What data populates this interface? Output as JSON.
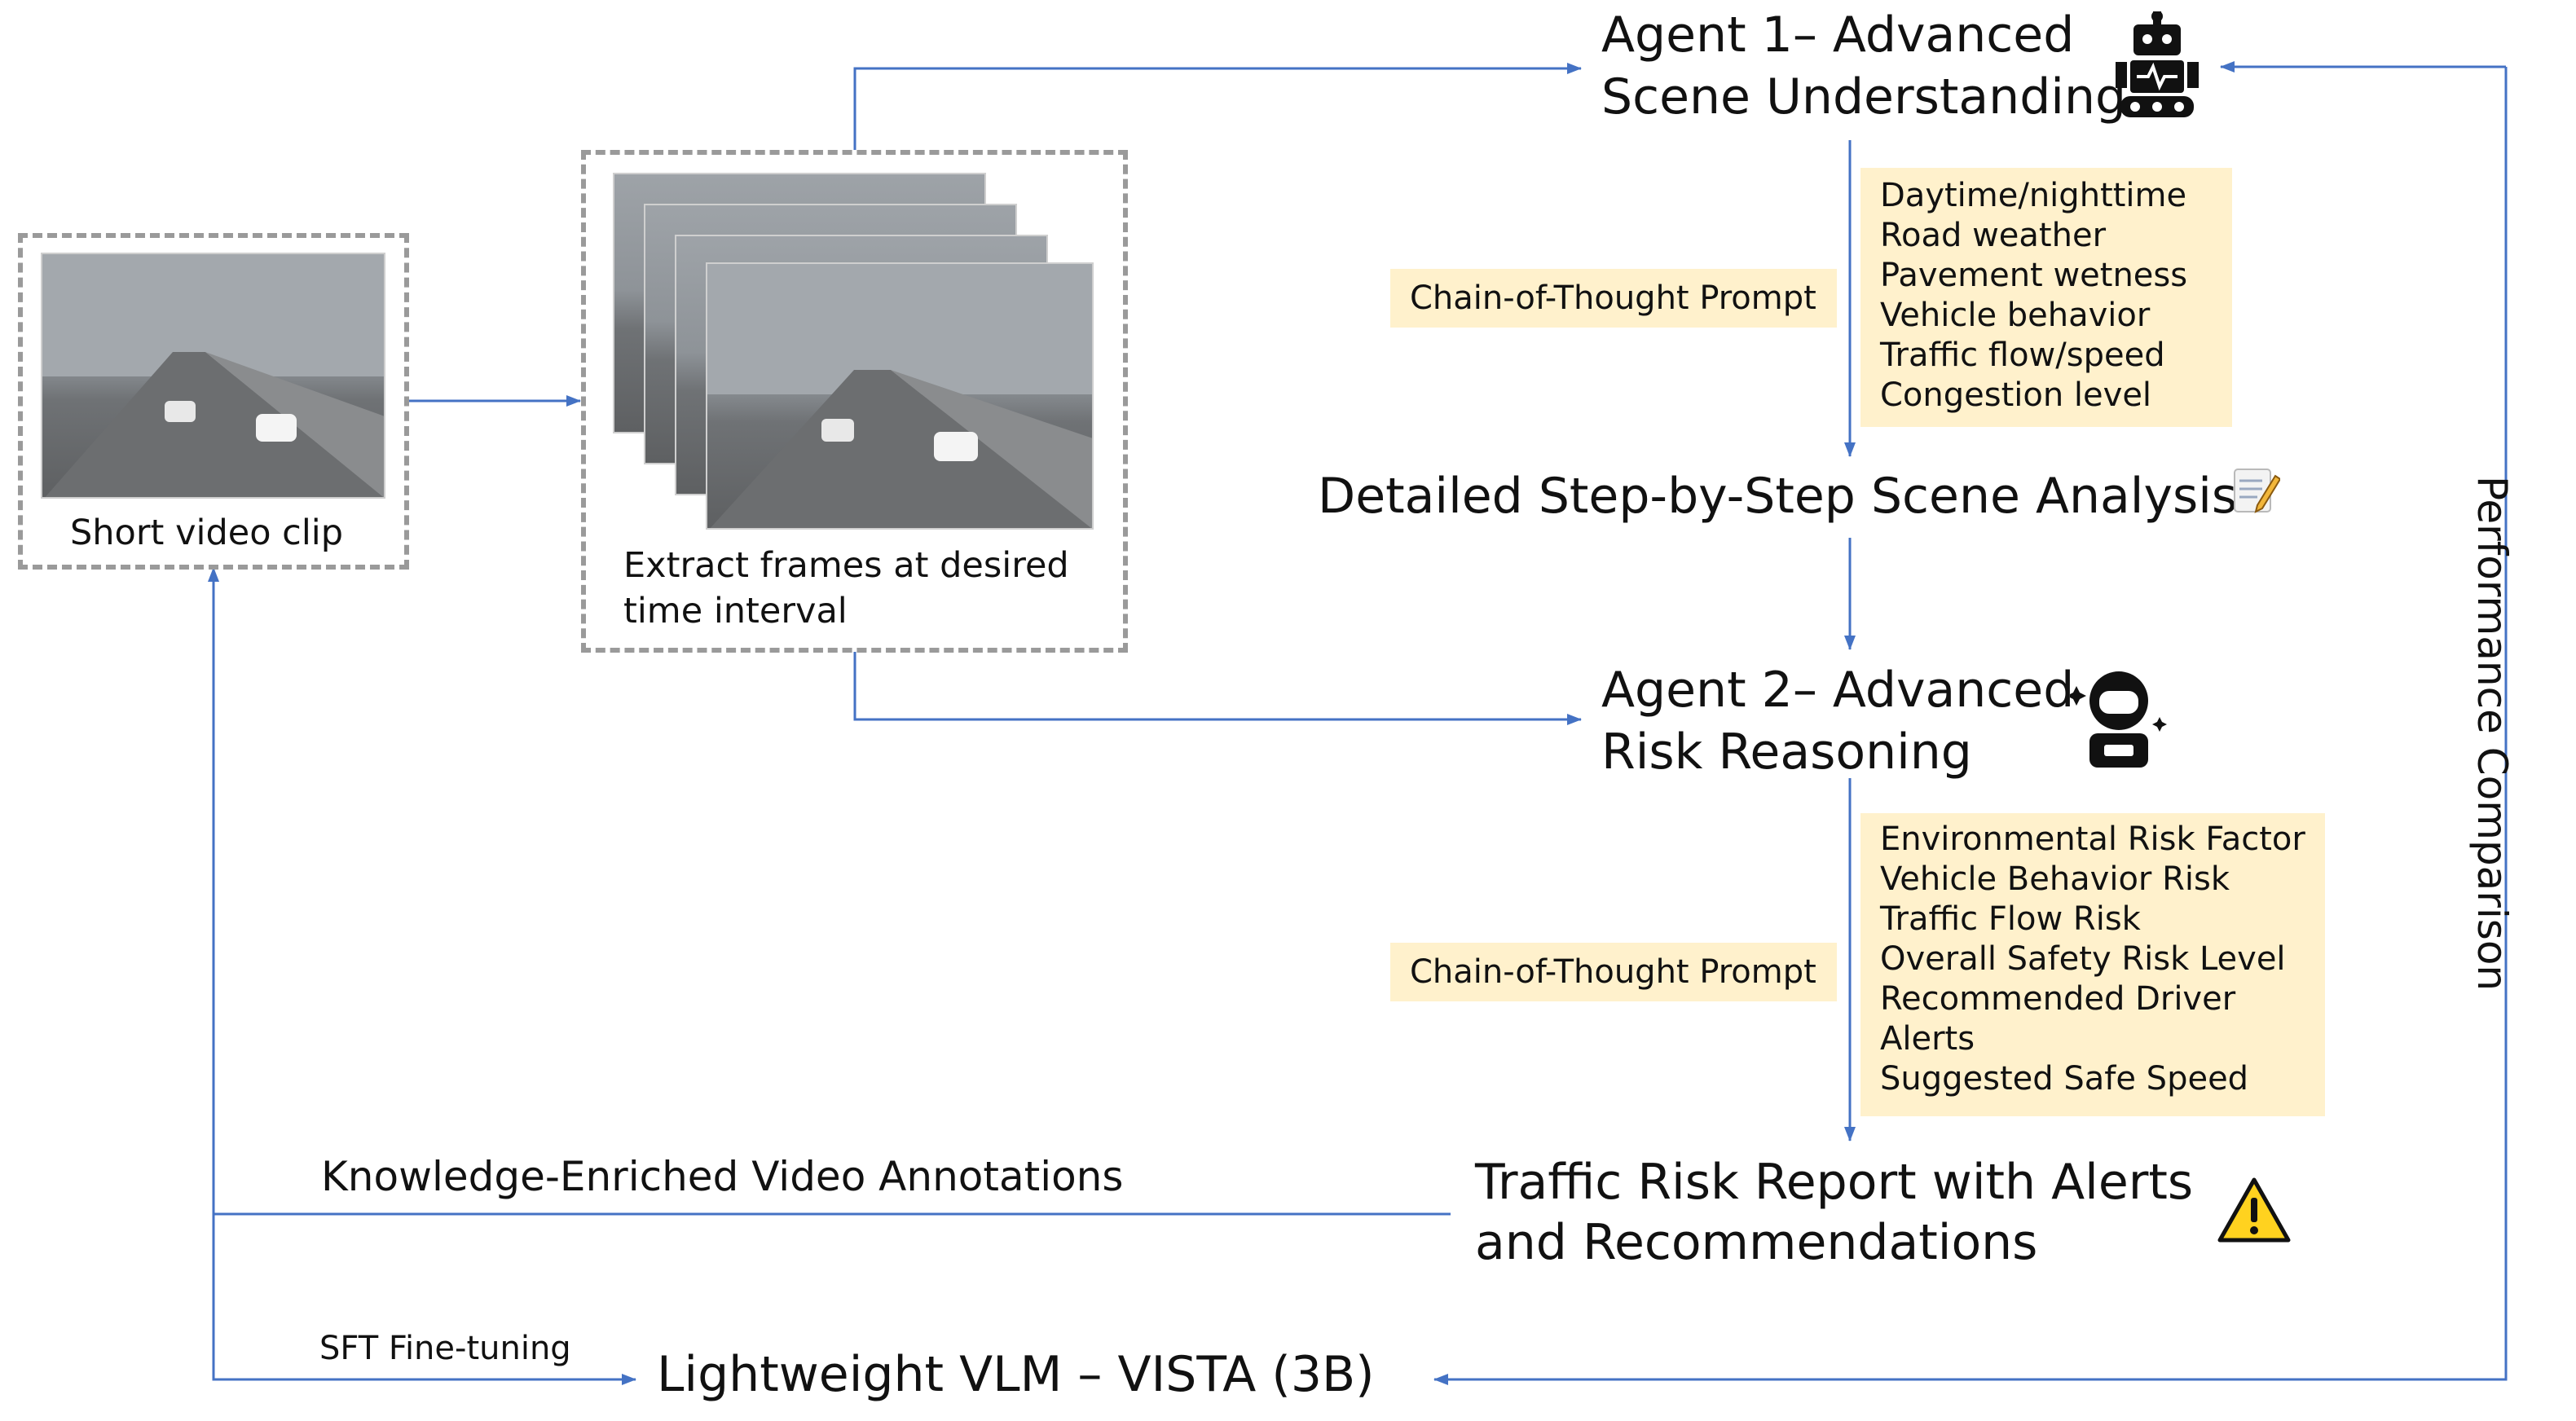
{
  "video_clip": {
    "label": "Short video clip"
  },
  "frames": {
    "label_line1": "Extract frames at desired",
    "label_line2": "time interval"
  },
  "agent1": {
    "title_line1": "Agent 1– Advanced",
    "title_line2": "Scene Understanding",
    "icon": "robot-icon"
  },
  "agent2": {
    "title_line1": "Agent 2– Advanced",
    "title_line2": "Risk Reasoning",
    "icon": "astronaut-icon"
  },
  "prompt1": "Chain-of-Thought Prompt",
  "prompt2": "Chain-of-Thought Prompt",
  "scene_factors": [
    "Daytime/nighttime",
    "Road weather",
    "Pavement wetness",
    "Vehicle behavior",
    "Traffic flow/speed",
    "Congestion level"
  ],
  "risk_factors": [
    "Environmental Risk Factor",
    "Vehicle Behavior Risk",
    "Traffic Flow Risk",
    "Overall Safety Risk Level",
    "Recommended Driver",
    "Alerts",
    "Suggested Safe Speed"
  ],
  "scene_analysis": {
    "label": "Detailed Step-by-Step Scene Analysis",
    "icon": "memo-icon"
  },
  "risk_report": {
    "line1": "Traffic Risk Report with Alerts",
    "line2": "and Recommendations",
    "icon": "warning-icon"
  },
  "annotations_label": "Knowledge-Enriched Video Annotations",
  "sft_label": "SFT Fine-tuning",
  "vlm_label": "Lightweight VLM – VISTA (3B)",
  "performance_label": "Performance Comparison",
  "colors": {
    "arrow": "#4472c4",
    "note_bg": "#fff1cc",
    "dash": "#9a9a9a"
  }
}
